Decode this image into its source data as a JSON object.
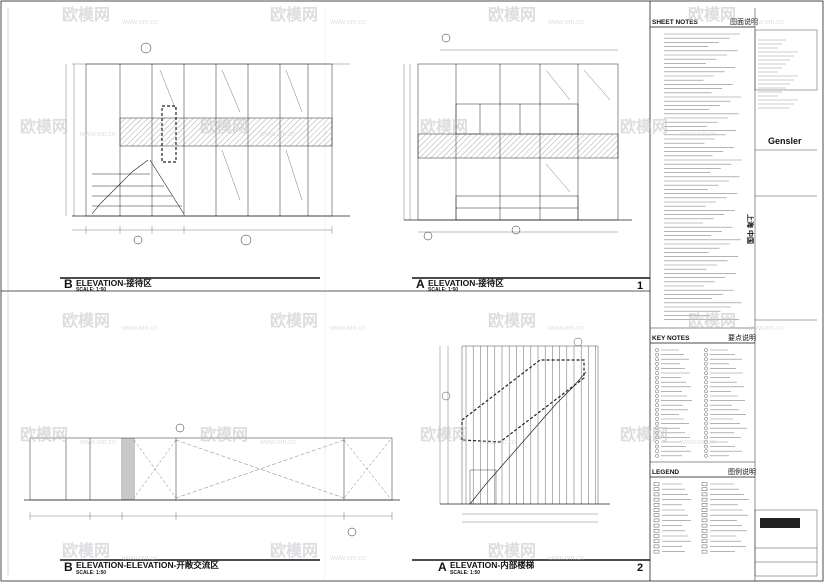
{
  "watermark": {
    "brand": "欧模网",
    "url": "www.om.cn"
  },
  "drawings": [
    {
      "letter": "B",
      "title": "ELEVATION-接待区",
      "scale": "SCALE: 1:50"
    },
    {
      "letter": "A",
      "title": "ELEVATION-接待区",
      "scale": "SCALE: 1:50"
    },
    {
      "letter": "B",
      "title": "ELEVATION-ELEVATION-开敞交流区",
      "scale": "SCALE: 1:50"
    },
    {
      "letter": "A",
      "title": "ELEVATION-内部楼梯",
      "scale": "SCALE: 1:50"
    }
  ],
  "row_numbers": [
    "1",
    "2"
  ],
  "title_block": {
    "sheet_notes_en": "SHEET NOTES",
    "sheet_notes_cn": "图面说明",
    "key_notes_en": "KEY NOTES",
    "key_notes_cn": "要点说明",
    "legend_en": "LEGEND",
    "legend_cn": "图例说明",
    "firm": "Gensler",
    "project_cn": "上海 中国"
  }
}
